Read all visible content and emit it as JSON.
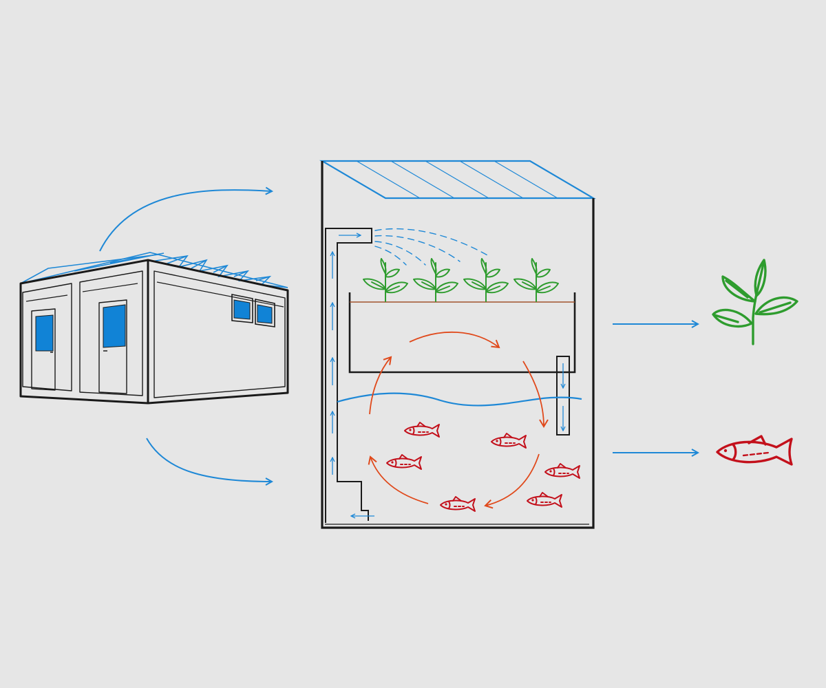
{
  "diagram": {
    "description_text": "",
    "colors": {
      "background": "#e6e6e6",
      "outline": "#1a1a1a",
      "water_blue": "#1e88d6",
      "window_blue": "#1183d6",
      "plant_green": "#2e9c2e",
      "fish_red": "#c3101b",
      "cycle_orange": "#e0491b",
      "soil_brown": "#a0522d"
    },
    "icons": {
      "building": "container-building-icon",
      "system": "aquaponics-system-icon",
      "plant_output": "plant-icon",
      "fish_output": "fish-icon"
    },
    "flows": [
      "building-to-solar-roof",
      "building-to-fish-tank",
      "system-to-plant-output",
      "system-to-fish-output"
    ]
  }
}
